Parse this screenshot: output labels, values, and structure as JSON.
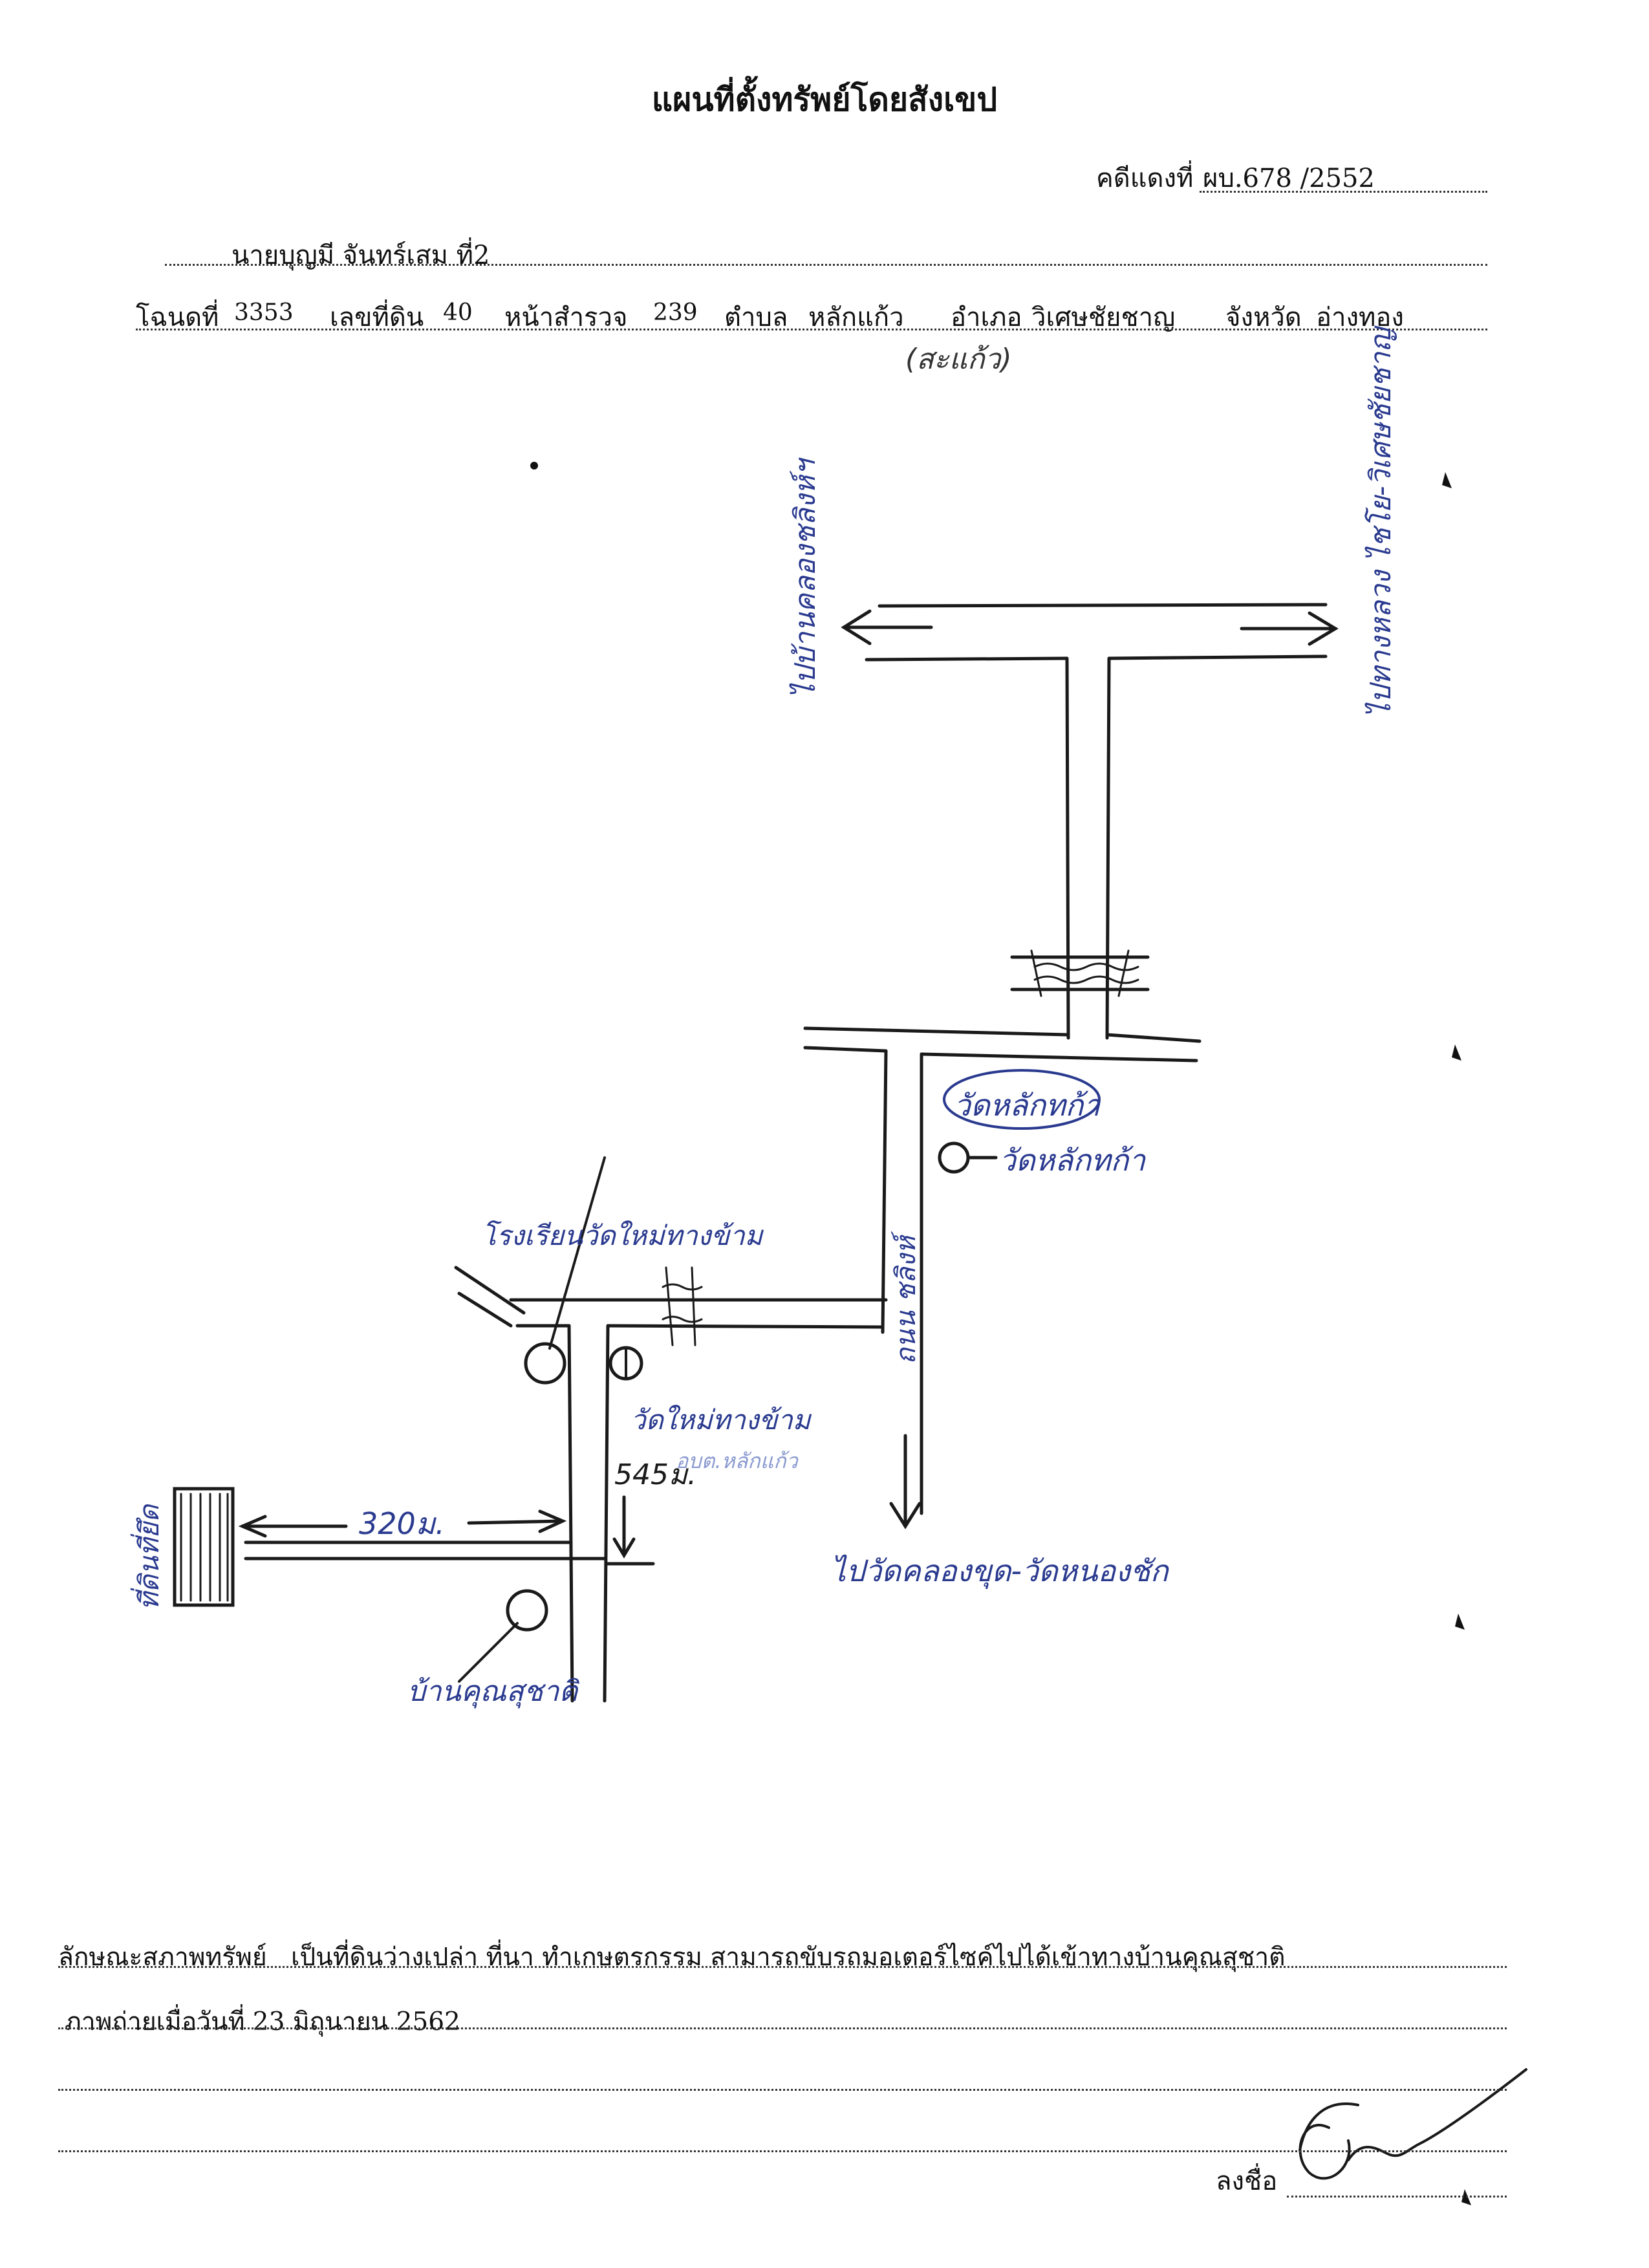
{
  "header": {
    "title": "แผนที่ตั้งทรัพย์โดยสังเขป",
    "case_label": "คดีแดงที่",
    "case_number": "ผบ.678 /2552",
    "owner": "นายบุญมี จันทร์เสม ที่2"
  },
  "deed": {
    "deed_label": "โฉนดที่",
    "deed_no": "3353",
    "land_label": "เลขที่ดิน",
    "land_no": "40",
    "survey_label": "หน้าสำรวจ",
    "survey_no": "239",
    "tambon_label": "ตำบล",
    "tambon": "หลักแก้ว",
    "amphoe_label": "อำเภอ",
    "amphoe": "วิเศษชัยชาญ",
    "province_label": "จังหวัด",
    "province": "อ่างทอง",
    "tambon_correction": "(สะแก้ว)"
  },
  "map_labels": {
    "road_left": "ไปบ้านคลองชลิงห์ฯ",
    "road_right": "ไปทางหลวง ไชโย-วิเศษชัยชาญ",
    "temple_circled": "วัดหลักทก้า",
    "temple_marker": "วัดหลักทก้า",
    "road_vertical": "ถนน ชลิงห์",
    "school": "โรงเรียนวัดใหม่ทางข้าม",
    "temple_new": "วัดใหม่ทางข้าม",
    "distance_545": "545ม.",
    "rec_tag": "อบต.หลักแก้ว",
    "distance_320": "320ม.",
    "property": "ที่ดินที่ยึด",
    "house": "บ้านคุณสุชาติ",
    "road_bottom": "ไปวัดคลองขุด-วัดหนองชัก"
  },
  "footer": {
    "condition_label": "ลักษณะสภาพทรัพย์",
    "condition_text": "เป็นที่ดินว่างเปล่า ที่นา ทำเกษตรกรรม สามารถขับรถมอเตอร์ไซค์ไปได้เข้าทางบ้านคุณสุชาติ",
    "photo_date": "ภาพถ่ายเมื่อวันที่ 23 มิถุนายน 2562",
    "sign_label": "ลงชื่อ"
  }
}
